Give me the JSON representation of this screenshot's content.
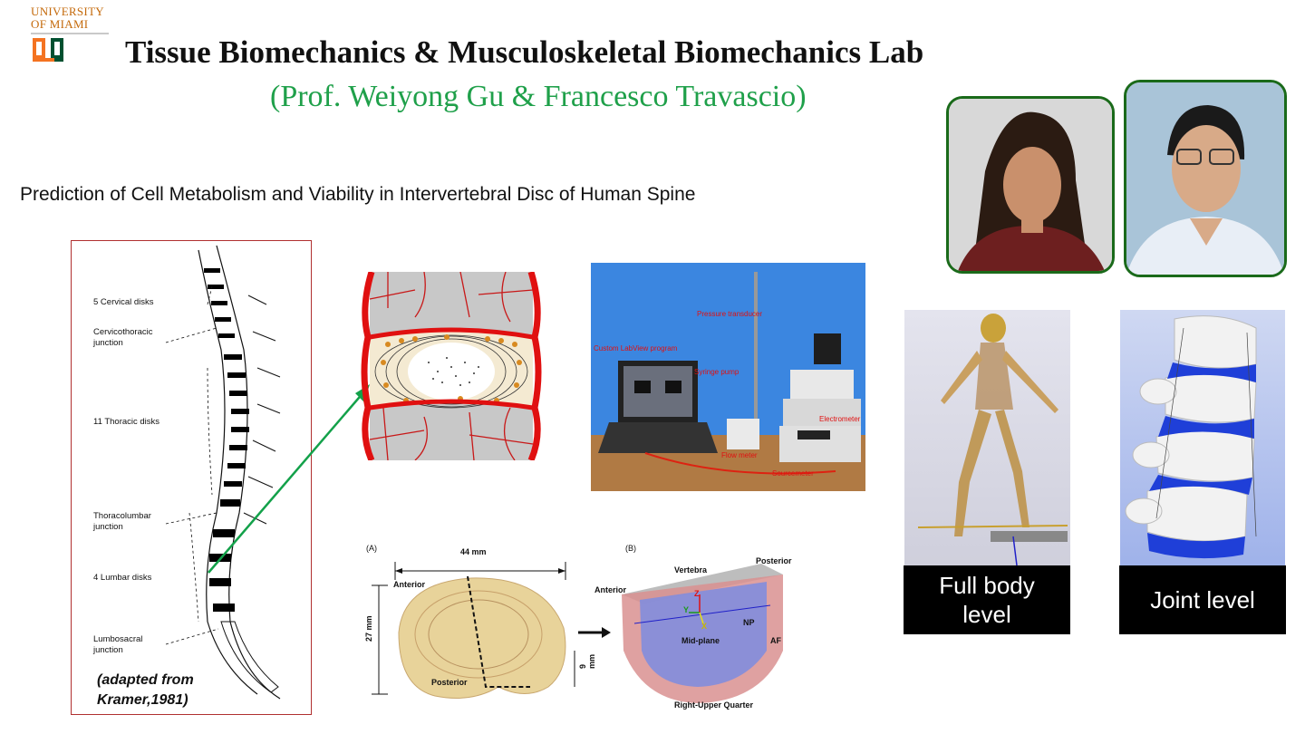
{
  "logo": {
    "line1": "UNIVERSITY",
    "line2": "OF MIAMI",
    "brand_colors": [
      "#f47321",
      "#005030"
    ]
  },
  "header": {
    "title": "Tissue Biomechanics & Musculoskeletal Biomechanics Lab",
    "subtitle": "(Prof. Weiyong Gu & Francesco Travascio)"
  },
  "section_heading": "Prediction of Cell Metabolism and Viability in Intervertebral Disc of Human Spine",
  "spine_figure": {
    "labels": [
      "5 Cervical disks",
      "Cervicothoracic",
      "junction",
      "11 Thoracic disks",
      "Thoracolumbar",
      "junction",
      "4 Lumbar disks",
      "Lumbosacral",
      "junction"
    ],
    "caption_line1": "(adapted from",
    "caption_line2": "Kramer,1981)"
  },
  "lab_setup": {
    "labels": [
      "Pressure transducer",
      "Custom LabView program",
      "Syringe pump",
      "Electrometer",
      "Flow meter",
      "Sourcemeter"
    ]
  },
  "disc_figure_a": {
    "panel": "(A)",
    "width": "44 mm",
    "height": "27 mm",
    "depth": "9 mm",
    "anterior": "Anterior",
    "posterior": "Posterior"
  },
  "disc_figure_b": {
    "panel": "(B)",
    "vertebra": "Vertebra",
    "posterior": "Posterior",
    "anterior": "Anterior",
    "np": "NP",
    "af": "AF",
    "mid_plane": "Mid-plane",
    "quarter": "Right-Upper Quarter",
    "z": "Z",
    "y": "Y",
    "x": "X"
  },
  "models": {
    "full_body_line1": "Full body",
    "full_body_line2": "level",
    "joint": "Joint level"
  }
}
